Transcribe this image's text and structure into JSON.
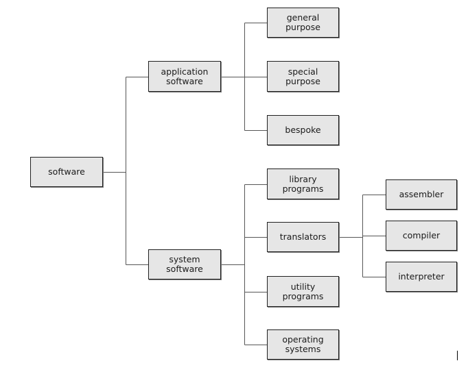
{
  "diagram": {
    "type": "tree",
    "line_color": "#555555",
    "box_fill": "#e6e6e6",
    "box_border": "#1f1f1f",
    "nodes": {
      "software": "software",
      "application_software": "application\nsoftware",
      "general_purpose": "general\npurpose",
      "special_purpose": "special\npurpose",
      "bespoke": "bespoke",
      "system_software": "system\nsoftware",
      "library_programs": "library\nprograms",
      "translators": "translators",
      "utility_programs": "utility\nprograms",
      "operating_systems": "operating\nsystems",
      "assembler": "assembler",
      "compiler": "compiler",
      "interpreter": "interpreter"
    },
    "edges": [
      [
        "software",
        "application_software"
      ],
      [
        "software",
        "system_software"
      ],
      [
        "application_software",
        "general_purpose"
      ],
      [
        "application_software",
        "special_purpose"
      ],
      [
        "application_software",
        "bespoke"
      ],
      [
        "system_software",
        "library_programs"
      ],
      [
        "system_software",
        "translators"
      ],
      [
        "system_software",
        "utility_programs"
      ],
      [
        "system_software",
        "operating_systems"
      ],
      [
        "translators",
        "assembler"
      ],
      [
        "translators",
        "compiler"
      ],
      [
        "translators",
        "interpreter"
      ]
    ]
  }
}
